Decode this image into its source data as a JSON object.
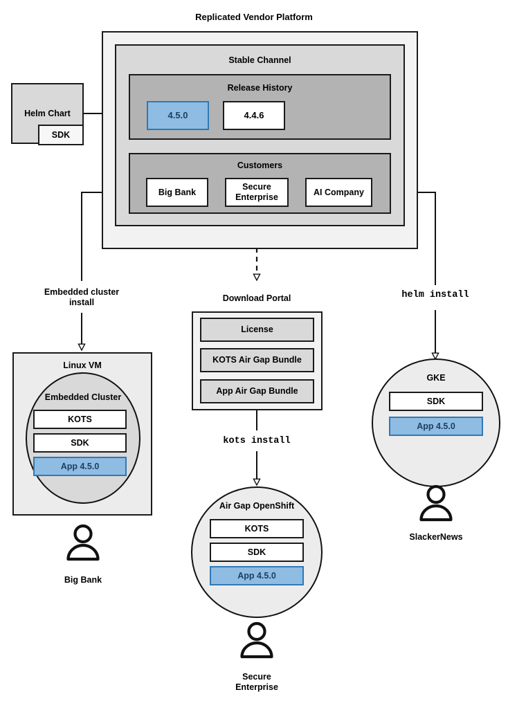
{
  "title": "Replicated Vendor Platform",
  "platform": {
    "channel_title": "Stable Channel",
    "release_history_title": "Release History",
    "releases": [
      {
        "version": "4.5.0",
        "state": "current"
      },
      {
        "version": "4.4.6",
        "state": "previous"
      }
    ],
    "customers_title": "Customers",
    "customers": [
      {
        "name": "Big Bank"
      },
      {
        "name": "Secure\nEnterprise"
      },
      {
        "name": "AI Company"
      }
    ]
  },
  "helm_chart": {
    "label": "Helm Chart",
    "sdk_label": "SDK"
  },
  "connectors": {
    "embedded_cluster_install": "Embedded cluster\ninstall",
    "download_portal": "Download Portal",
    "kots_install": "kots install",
    "helm_install": "helm install"
  },
  "download_portal": {
    "title": "Download Portal",
    "items": [
      "License",
      "KOTS Air Gap Bundle",
      "App Air Gap Bundle"
    ]
  },
  "targets": [
    {
      "id": "linux-vm",
      "host_label": "Linux VM",
      "cluster_label": "Embedded Cluster",
      "components": [
        {
          "label": "KOTS",
          "style": "white"
        },
        {
          "label": "SDK",
          "style": "white"
        },
        {
          "label": "App 4.5.0",
          "style": "blue"
        }
      ],
      "customer": "Big Bank"
    },
    {
      "id": "air-gap-openshift",
      "host_label": "Air Gap OpenShift",
      "components": [
        {
          "label": "KOTS",
          "style": "white"
        },
        {
          "label": "SDK",
          "style": "white"
        },
        {
          "label": "App 4.5.0",
          "style": "blue"
        }
      ],
      "customer": "Secure\nEnterprise"
    },
    {
      "id": "gke",
      "host_label": "GKE",
      "components": [
        {
          "label": "SDK",
          "style": "white"
        },
        {
          "label": "App 4.5.0",
          "style": "blue"
        }
      ],
      "customer": "SlackerNews"
    }
  ],
  "colors": {
    "accent_blue_fill": "#8fbce2",
    "accent_blue_border": "#3178b4",
    "accent_blue_text": "#1f3f63",
    "outer_panel": "#f2f2f2",
    "channel_panel": "#d9d9d9",
    "release_panel": "#b3b3b3",
    "stroke": "#111111"
  }
}
